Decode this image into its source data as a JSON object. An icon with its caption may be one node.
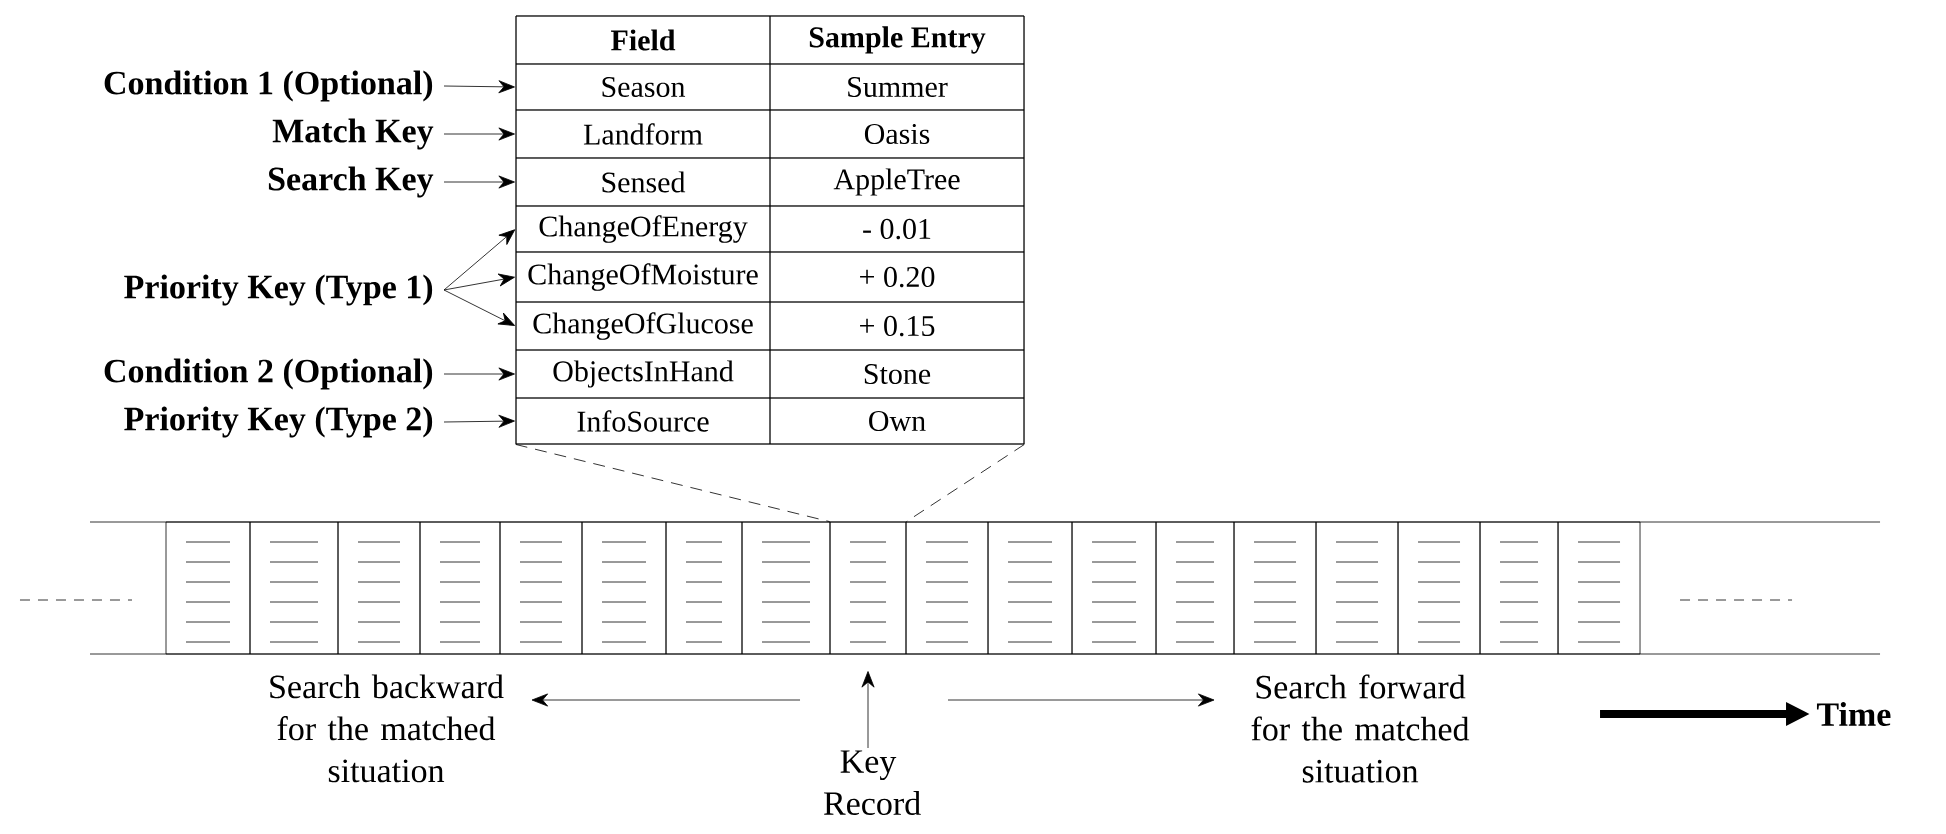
{
  "diagram": {
    "nodes": [
      {
        "text": [
          "Condition 1 (Optional)"
        ]
      },
      {
        "text": [
          "Match Key"
        ]
      },
      {
        "text": [
          "Search Key"
        ]
      },
      {
        "text": [
          "Priority Key (Type 1)"
        ]
      },
      {
        "text": [
          "Condition 2 (Optional)"
        ]
      },
      {
        "text": [
          "Priority Key (Type 2)"
        ]
      },
      {
        "text": [],
        "shape": "box"
      },
      {
        "text": [
          "Season"
        ],
        "in": 6
      },
      {
        "text": [
          "Landform"
        ],
        "in": 6
      },
      {
        "text": [
          "Sensed"
        ],
        "in": 6
      },
      {
        "text": [
          "ChangeOfEnergy"
        ],
        "in": 6
      },
      {
        "text": [
          "ChangeOfMoisture"
        ],
        "in": 6
      },
      {
        "text": [
          "ChangeOfGlucose"
        ],
        "in": 6
      },
      {
        "text": [
          "ObjectsInHand"
        ],
        "in": 6
      },
      {
        "text": [
          "InfoSource"
        ],
        "in": 6
      },
      {
        "text": [],
        "shape": "box"
      },
      {
        "text": [],
        "shape": "box"
      },
      {
        "text": [],
        "shape": "box"
      },
      {
        "text": [],
        "shape": "box"
      },
      {
        "text": [],
        "shape": "box"
      },
      {
        "text": [],
        "shape": "box"
      },
      {
        "text": [],
        "shape": "box"
      },
      {
        "text": [],
        "shape": "box"
      },
      {
        "text": [],
        "shape": "box"
      },
      {
        "text": [],
        "shape": "box"
      },
      {
        "text": [],
        "shape": "box"
      },
      {
        "text": [],
        "shape": "box"
      },
      {
        "text": [],
        "shape": "box"
      },
      {
        "text": [],
        "shape": "box"
      },
      {
        "text": [],
        "shape": "box"
      },
      {
        "text": [],
        "shape": "box"
      },
      {
        "text": [],
        "shape": "box"
      },
      {
        "text": [],
        "shape": "box"
      },
      {
        "text": [
          "Key Record"
        ]
      },
      {
        "text": [
          "Search backward for the matched situation"
        ]
      },
      {
        "text": [
          "Search forward for the matched situation"
        ]
      }
    ],
    "edges": [
      {
        "from": 0,
        "to": 7,
        "arrow": "to"
      },
      {
        "from": 1,
        "to": 8,
        "arrow": "to"
      },
      {
        "from": 2,
        "to": 9,
        "arrow": "to"
      },
      {
        "from": 3,
        "to": 10,
        "arrow": "to"
      },
      {
        "from": 3,
        "to": 11,
        "arrow": "to"
      },
      {
        "from": 3,
        "to": 12,
        "arrow": "to"
      },
      {
        "from": 4,
        "to": 13,
        "arrow": "to"
      },
      {
        "from": 5,
        "to": 14,
        "arrow": "to"
      },
      {
        "from": 6,
        "to": 23,
        "arrow": "none",
        "style": "dashed"
      },
      {
        "from": 6,
        "to": 23,
        "arrow": "none",
        "style": "dashed"
      },
      {
        "from": 33,
        "to": 23,
        "arrow": "to"
      },
      {
        "from": null,
        "to": 34,
        "arrow": "to"
      },
      {
        "from": null,
        "to": 35,
        "arrow": "to"
      }
    ],
    "labels": [
      "Field",
      "Sample Entry",
      "Summer",
      "Oasis",
      "AppleTree",
      "- 0.01",
      "+ 0.20",
      "+ 0.15",
      "Stone",
      "Own",
      "Time"
    ]
  }
}
